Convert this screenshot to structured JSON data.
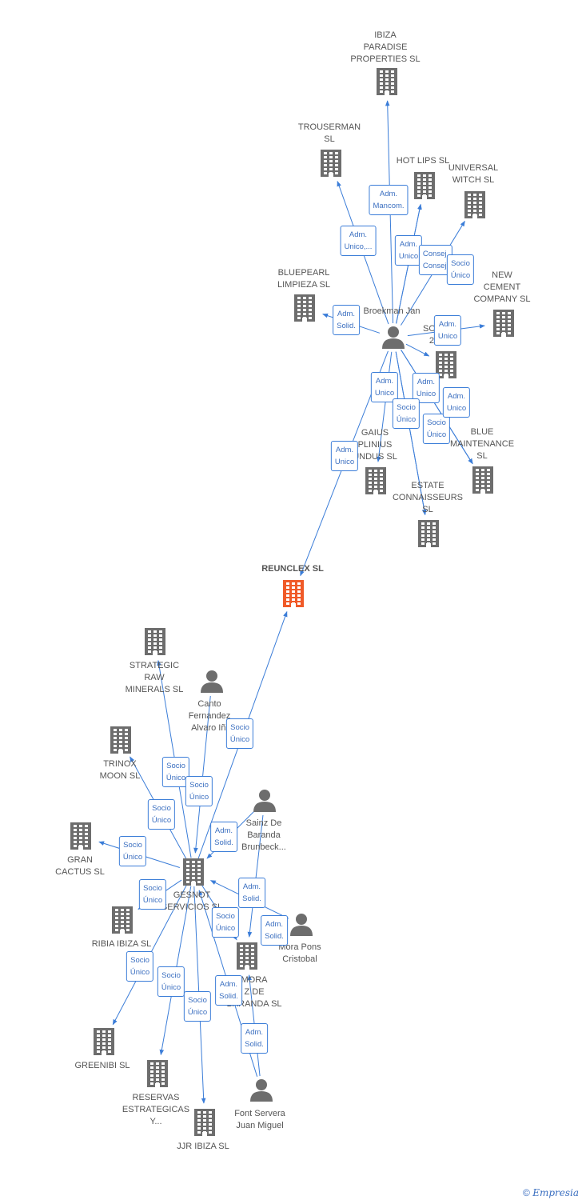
{
  "focus": {
    "label": [
      "REUNCLEX SL"
    ]
  },
  "companies": [
    {
      "id": "ibiza",
      "label": [
        "IBIZA",
        "PARADISE",
        "PROPERTIES SL"
      ]
    },
    {
      "id": "trouserman",
      "label": [
        "TROUSERMAN",
        "SL"
      ]
    },
    {
      "id": "hotlips",
      "label": [
        "HOT LIPS SL"
      ]
    },
    {
      "id": "universal",
      "label": [
        "UNIVERSAL",
        "WITCH SL"
      ]
    },
    {
      "id": "bluepearl",
      "label": [
        "BLUEPEARL",
        "LIMPIEZA SL"
      ]
    },
    {
      "id": "newcement",
      "label": [
        "NEW",
        "CEMENT",
        "COMPANY SL"
      ]
    },
    {
      "id": "solo",
      "label": [
        "SOL",
        "2"
      ]
    },
    {
      "id": "gaius",
      "label": [
        "GAIUS",
        "PLINIUS",
        "UNDUS SL"
      ]
    },
    {
      "id": "bluemaint",
      "label": [
        "BLUE",
        "MAINTENANCE",
        "SL"
      ]
    },
    {
      "id": "estate",
      "label": [
        "ESTATE",
        "CONNAISSEURS",
        "SL"
      ]
    },
    {
      "id": "strategic",
      "label": [
        "STRATEGIC",
        "RAW",
        "MINERALS SL"
      ]
    },
    {
      "id": "trinox",
      "label": [
        "TRINOX",
        "MOON SL"
      ]
    },
    {
      "id": "grancactus",
      "label": [
        "GRAN",
        "CACTUS SL"
      ]
    },
    {
      "id": "gesnot",
      "label": [
        "GESNOT",
        "SERVICIOS SL"
      ]
    },
    {
      "id": "ribia",
      "label": [
        "RIBIA IBIZA SL"
      ]
    },
    {
      "id": "mora",
      "label": [
        "MORA",
        "Z DE",
        "BARANDA SL"
      ]
    },
    {
      "id": "greenibi",
      "label": [
        "GREENIBI SL"
      ]
    },
    {
      "id": "reservas",
      "label": [
        "RESERVAS",
        "ESTRATEGICAS",
        "Y..."
      ]
    },
    {
      "id": "jjr",
      "label": [
        "JJR IBIZA SL"
      ]
    }
  ],
  "persons": [
    {
      "id": "broekman",
      "label": [
        "Broekman Jan"
      ]
    },
    {
      "id": "canto",
      "label": [
        "Canto",
        "Fernandez",
        "Alvaro Iñi"
      ]
    },
    {
      "id": "sainz",
      "label": [
        "Sainz De",
        "Baranda",
        "Brunbeck..."
      ]
    },
    {
      "id": "morapons",
      "label": [
        "Mora Pons",
        "Cristobal"
      ]
    },
    {
      "id": "font",
      "label": [
        "Font Servera",
        "Juan Miguel"
      ]
    }
  ],
  "relations": [
    {
      "id": "r1",
      "text": [
        "Adm.",
        "Mancom."
      ]
    },
    {
      "id": "r2",
      "text": [
        "Adm.",
        "Unico,..."
      ]
    },
    {
      "id": "r3",
      "text": [
        "Adm.",
        "Unico"
      ]
    },
    {
      "id": "r4",
      "text": [
        "Consej.",
        "Consej."
      ]
    },
    {
      "id": "r5",
      "text": [
        "Socio",
        "Único"
      ]
    },
    {
      "id": "r6",
      "text": [
        "Adm.",
        "Solid."
      ]
    },
    {
      "id": "r7",
      "text": [
        "Adm.",
        "Unico"
      ]
    },
    {
      "id": "r8",
      "text": [
        "Adm.",
        "Unico"
      ]
    },
    {
      "id": "r9",
      "text": [
        "Adm.",
        "Unico"
      ]
    },
    {
      "id": "r10",
      "text": [
        "Socio",
        "Único"
      ]
    },
    {
      "id": "r11",
      "text": [
        "Adm.",
        "Unico"
      ]
    },
    {
      "id": "r12",
      "text": [
        "Socio",
        "Único"
      ]
    },
    {
      "id": "r13",
      "text": [
        "Adm.",
        "Unico"
      ]
    },
    {
      "id": "r14",
      "text": [
        "Socio",
        "Único"
      ]
    },
    {
      "id": "r15",
      "text": [
        "Socio",
        "Único"
      ]
    },
    {
      "id": "r16",
      "text": [
        "Socio",
        "Único"
      ]
    },
    {
      "id": "r17",
      "text": [
        "Socio",
        "Único"
      ]
    },
    {
      "id": "r18",
      "text": [
        "Socio",
        "Único"
      ]
    },
    {
      "id": "r19",
      "text": [
        "Adm.",
        "Solid."
      ]
    },
    {
      "id": "r20",
      "text": [
        "Socio",
        "Único"
      ]
    },
    {
      "id": "r21",
      "text": [
        "Adm.",
        "Solid."
      ]
    },
    {
      "id": "r22",
      "text": [
        "Socio",
        "Único"
      ]
    },
    {
      "id": "r23",
      "text": [
        "Adm.",
        "Solid."
      ]
    },
    {
      "id": "r24",
      "text": [
        "Socio",
        "Único"
      ]
    },
    {
      "id": "r25",
      "text": [
        "Socio",
        "Único"
      ]
    },
    {
      "id": "r26",
      "text": [
        "Socio",
        "Único"
      ]
    },
    {
      "id": "r27",
      "text": [
        "Adm.",
        "Solid."
      ]
    },
    {
      "id": "r28",
      "text": [
        "Adm.",
        "Solid."
      ]
    }
  ],
  "footer": {
    "copyright": "©",
    "brand": "Empresia"
  },
  "colors": {
    "edge": "#3b7dd8",
    "node": "#6d6d6d",
    "focus": "#f05a28"
  }
}
